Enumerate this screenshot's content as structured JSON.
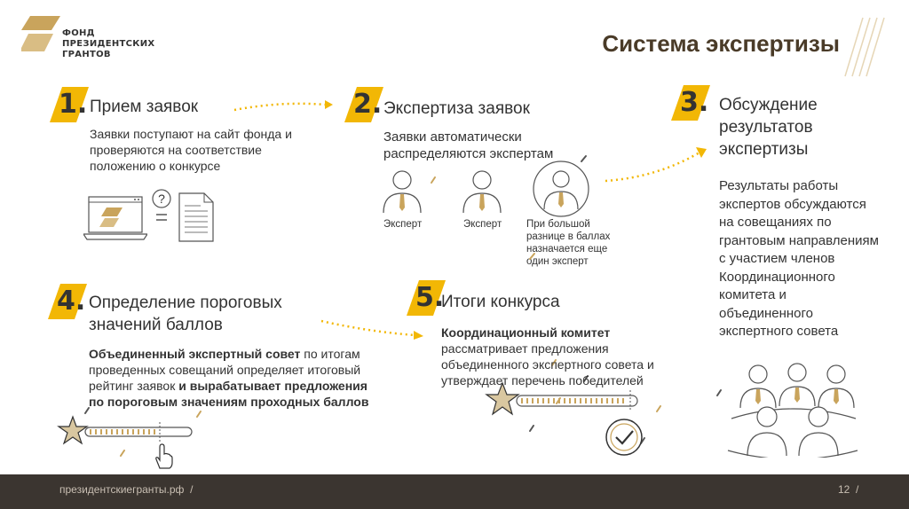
{
  "logo": {
    "line1": "ФОНД",
    "line2": "ПРЕЗИДЕНТСКИХ",
    "line3": "ГРАНТОВ"
  },
  "page_title": "Система экспертизы",
  "step1": {
    "num": "1.",
    "title": "Прием заявок",
    "desc": "Заявки поступают на сайт фонда и проверяются на соответствие положению о конкурсе"
  },
  "step2": {
    "num": "2.",
    "title": "Экспертиза заявок",
    "desc": "Заявки автоматически распределяются экспертам",
    "expert1": "Эксперт",
    "expert2": "Эксперт",
    "extra": "При большой разнице в баллах назначается еще один эксперт"
  },
  "step3": {
    "num": "3.",
    "title": "Обсуждение результатов экспертизы",
    "desc": "Результаты работы экспертов обсуждаются на совещаниях по грантовым направлениям с участием членов Координационного комитета и объединенного экспертного совета"
  },
  "step4": {
    "num": "4.",
    "title": "Определение пороговых значений баллов",
    "desc_b1": "Объединенный экспертный совет",
    "desc_t1": " по итогам проведенных совещаний определяет итоговый рейтинг заявок ",
    "desc_b2": "и вырабатывает предложения по пороговым значениям проходных баллов"
  },
  "step5": {
    "num": "5.",
    "title": "Итоги конкурса",
    "desc_b1": "Координационный комитет",
    "desc_t1": " рассматривает предложения объединенного экспертного совета и утверждает перечень победителей"
  },
  "footer": {
    "url": "президентскиегранты.рф",
    "page": "12"
  },
  "colors": {
    "accent": "#f2b705",
    "gold": "#c9a45c",
    "brown": "#4a3b28",
    "footer_bg": "#3b3530"
  }
}
